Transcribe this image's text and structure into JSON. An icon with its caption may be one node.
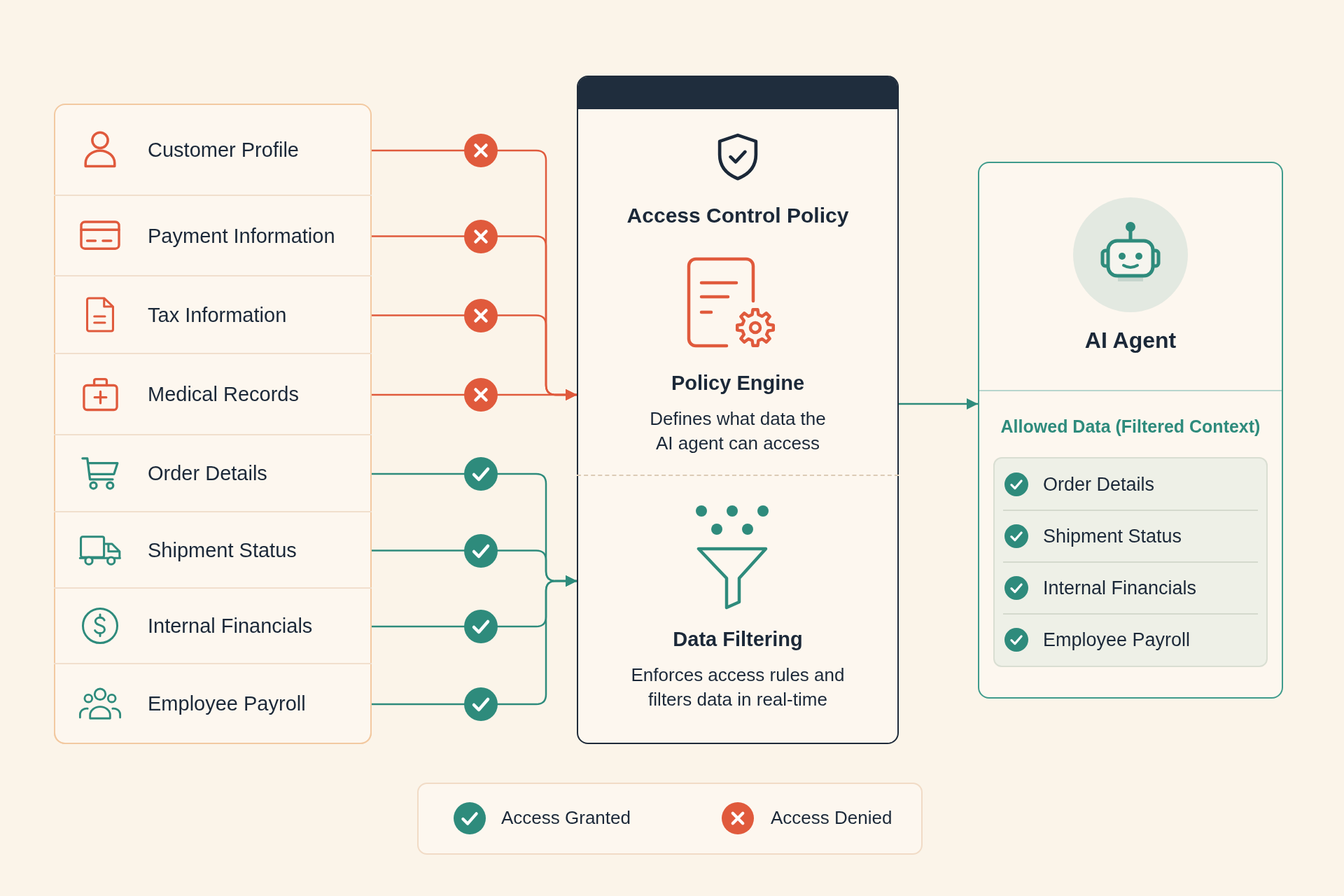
{
  "diagram": {
    "nodes": [
      {
        "text": [],
        "shape": "box"
      },
      {
        "text": [
          "Customer Profile"
        ],
        "in": 0
      },
      {
        "text": [
          "Payment Information"
        ],
        "in": 0
      },
      {
        "text": [
          "Tax Information"
        ],
        "in": 0
      },
      {
        "text": [
          "Medical Records"
        ],
        "in": 0
      },
      {
        "text": [
          "Order Details"
        ],
        "in": 0
      },
      {
        "text": [
          "Shipment Status"
        ],
        "in": 0
      },
      {
        "text": [
          "Internal Financials"
        ],
        "in": 0
      },
      {
        "text": [
          "Employee Payroll"
        ],
        "in": 0
      },
      {
        "text": [
          "Access Control Policy"
        ]
      },
      {
        "text": [
          "Policy Engine",
          "Defines what data the AI agent can access"
        ],
        "in": 9
      },
      {
        "text": [
          "Data Filtering",
          "Enforces access rules and filters data in real-time"
        ],
        "in": 9
      },
      {
        "text": [
          "AI Agent",
          "Allowed Data (Filtered Context)"
        ]
      },
      {
        "text": [
          "Order Details",
          "Shipment Status",
          "Internal Financials",
          "Employee Payroll"
        ],
        "in": 12
      }
    ],
    "edges": [
      {
        "from": 1,
        "to": 10,
        "arrow": "to",
        "color": "#e05a3c"
      },
      {
        "from": 2,
        "to": 10,
        "arrow": "to",
        "color": "#e05a3c"
      },
      {
        "from": 3,
        "to": 10,
        "arrow": "to",
        "color": "#e05a3c"
      },
      {
        "from": 4,
        "to": 10,
        "arrow": "to",
        "color": "#e05a3c"
      },
      {
        "from": 5,
        "to": 11,
        "arrow": "to"
      },
      {
        "from": 6,
        "to": 11,
        "arrow": "to"
      },
      {
        "from": 7,
        "to": 11,
        "arrow": "to"
      },
      {
        "from": 8,
        "to": 11,
        "arrow": "to"
      },
      {
        "from": 9,
        "to": 12,
        "arrow": "to"
      }
    ],
    "legend": [
      {
        "text": "Access Granted",
        "color": "#2e8b7c"
      },
      {
        "text": "Access Denied",
        "color": "#e05a3c"
      }
    ]
  }
}
